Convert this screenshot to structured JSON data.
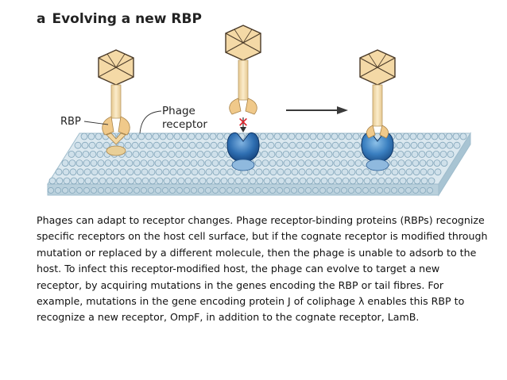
{
  "figure": {
    "panel_letter": "a",
    "title": "Evolving a new RBP",
    "labels": {
      "rbp": "RBP",
      "phage_receptor_line1": "Phage",
      "phage_receptor_line2": "receptor"
    },
    "block_symbol": "✕",
    "colors": {
      "capsid_fill": "#f4d9a6",
      "capsid_stroke": "#4a3a28",
      "tail": "#f3dca8",
      "rbp_fill": "#f0c98a",
      "membrane_head": "#cfe0ea",
      "membrane_top": "#a9c7d8",
      "receptor_old": "#1f5fa8",
      "receptor_new": "#2f78b8",
      "block_mark": "#e0262e",
      "arrow": "#3a3a3a"
    }
  },
  "caption": "Phages can adapt to receptor changes. Phage receptor-binding proteins (RBPs) recognize specific receptors on the host cell surface, but if the cognate receptor is modified through mutation or replaced by a different molecule, then the phage is unable to adsorb to the host. To infect this receptor-modified host, the phage can evolve to target a new receptor, by acquiring mutations in the genes encoding the RBP or tail fibres. For example, mutations in the gene encoding protein J of coliphage λ enables this RBP to recognize a new receptor, OmpF, in addition to the cognate receptor, LamB."
}
